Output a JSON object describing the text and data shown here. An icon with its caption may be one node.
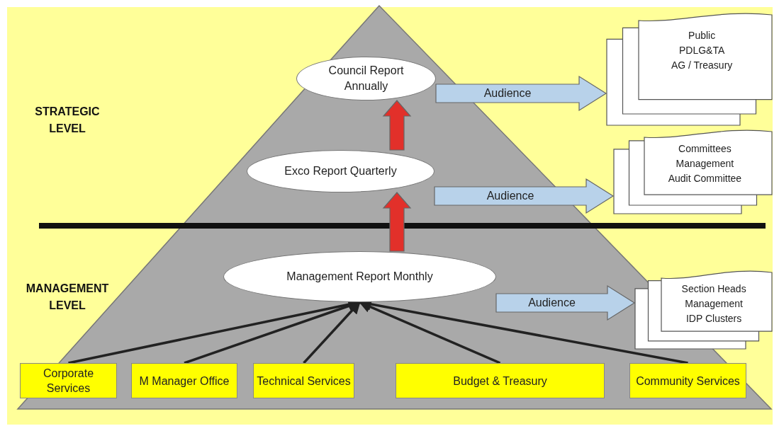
{
  "diagram": {
    "nodes": [
      {
        "text": [
          "Council Report Annually"
        ]
      },
      {
        "text": [
          "Exco Report Quarterly"
        ]
      },
      {
        "text": [
          "Management Report Monthly"
        ]
      },
      {
        "text": [
          "Public",
          "PDLG&TA",
          "AG / Treasury"
        ]
      },
      {
        "text": [
          "Committees",
          "Management",
          "Audit Committee"
        ]
      },
      {
        "text": [
          "Section Heads",
          "Management",
          "IDP Clusters"
        ]
      },
      {
        "text": [
          "Corporate Services"
        ]
      },
      {
        "text": [
          "M Manager Office"
        ]
      },
      {
        "text": [
          "Technical Services"
        ]
      },
      {
        "text": [
          "Budget & Treasury"
        ]
      },
      {
        "text": [
          "Community Services"
        ]
      }
    ],
    "edges": [
      {
        "from": 0,
        "to": 3,
        "arrow": "to",
        "label": "Audience",
        "style": "thick",
        "color": "#b8d2ea"
      },
      {
        "from": 1,
        "to": 4,
        "arrow": "to",
        "label": "Audience",
        "style": "thick",
        "color": "#b8d2ea"
      },
      {
        "from": 2,
        "to": 5,
        "arrow": "to",
        "label": "Audience",
        "style": "thick",
        "color": "#b8d2ea"
      },
      {
        "from": 1,
        "to": 0,
        "arrow": "to",
        "style": "thick",
        "color": "#e2302a"
      },
      {
        "from": 2,
        "to": 1,
        "arrow": "to",
        "style": "thick",
        "color": "#e2302a"
      },
      {
        "from": 6,
        "to": 2,
        "arrow": "to"
      },
      {
        "from": 7,
        "to": 2,
        "arrow": "to"
      },
      {
        "from": 8,
        "to": 2,
        "arrow": "to"
      },
      {
        "from": 9,
        "to": 2,
        "arrow": "to"
      },
      {
        "from": 10,
        "to": 2,
        "arrow": "to"
      }
    ],
    "labels": [
      "STRATEGIC LEVEL",
      "MANAGEMENT LEVEL"
    ]
  }
}
